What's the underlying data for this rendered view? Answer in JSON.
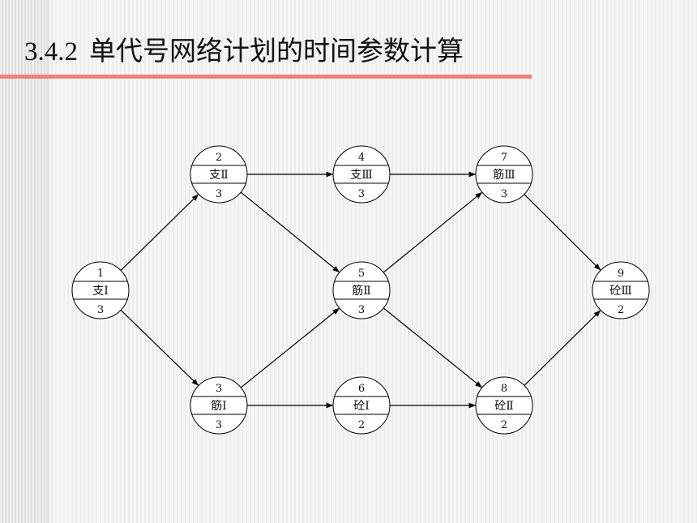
{
  "title": {
    "number": "3.4.2",
    "text": "单代号网络计划的时间参数计算"
  },
  "nodes": [
    {
      "id": "1",
      "name": "支Ⅰ",
      "duration": "3"
    },
    {
      "id": "2",
      "name": "支Ⅱ",
      "duration": "3"
    },
    {
      "id": "3",
      "name": "筋Ⅰ",
      "duration": "3"
    },
    {
      "id": "4",
      "name": "支Ⅲ",
      "duration": "3"
    },
    {
      "id": "5",
      "name": "筋Ⅱ",
      "duration": "3"
    },
    {
      "id": "6",
      "name": "砼Ⅰ",
      "duration": "2"
    },
    {
      "id": "7",
      "name": "筋Ⅲ",
      "duration": "3"
    },
    {
      "id": "8",
      "name": "砼Ⅱ",
      "duration": "2"
    },
    {
      "id": "9",
      "name": "砼Ⅲ",
      "duration": "2"
    }
  ],
  "edges": [
    {
      "from": "1",
      "to": "2"
    },
    {
      "from": "1",
      "to": "3"
    },
    {
      "from": "2",
      "to": "4"
    },
    {
      "from": "2",
      "to": "5"
    },
    {
      "from": "3",
      "to": "5"
    },
    {
      "from": "3",
      "to": "6"
    },
    {
      "from": "4",
      "to": "7"
    },
    {
      "from": "5",
      "to": "7"
    },
    {
      "from": "5",
      "to": "8"
    },
    {
      "from": "6",
      "to": "8"
    },
    {
      "from": "7",
      "to": "9"
    },
    {
      "from": "8",
      "to": "9"
    }
  ],
  "colors": {
    "accent_rule": "#f08080",
    "stroke": "#000000",
    "node_fill": "#ffffff"
  }
}
